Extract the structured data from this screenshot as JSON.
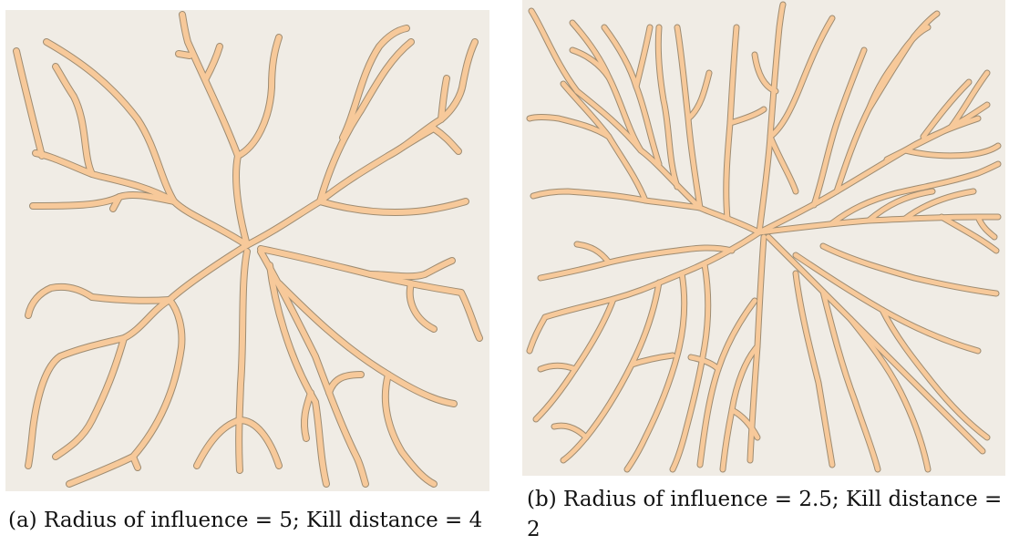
{
  "figure": {
    "panels": [
      {
        "id": "a",
        "caption": "(a) Radius of influence = 5; Kill distance = 4",
        "parameters": {
          "radius_of_influence": 5,
          "kill_distance": 4
        }
      },
      {
        "id": "b",
        "caption": "(b) Radius of influence = 2.5; Kill distance = 2",
        "parameters": {
          "radius_of_influence": 2.5,
          "kill_distance": 2
        }
      }
    ],
    "colors": {
      "background": "#f0ece5",
      "branch_fill": "#f7c99a",
      "branch_outline": "#9e8c72"
    }
  }
}
